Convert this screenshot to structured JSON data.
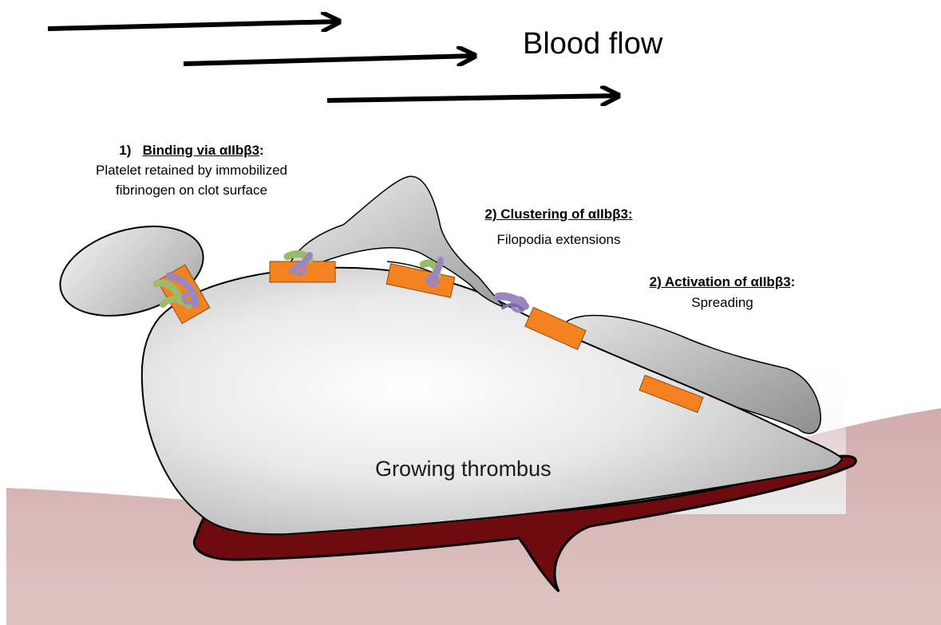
{
  "blood_flow": "Blood flow",
  "step1": {
    "number": "1)",
    "heading": "Binding via αIIbβ3",
    "suffix": ":",
    "line1": "Platelet retained by immobilized",
    "line2": "fibrinogen on clot surface"
  },
  "step2": {
    "heading": "2) Clustering of αIIbβ3:",
    "text": "Filopodia extensions"
  },
  "step3": {
    "heading": "2) Activation of αIIbβ3",
    "suffix": ":",
    "text": "Spreading"
  },
  "thrombus_label": "Growing thrombus",
  "colors": {
    "vessel_wall": "#d6b3b4",
    "clot_base": "#6e0b0e",
    "platelet": "#d9d9d9",
    "receptor_pad": "#f58220",
    "integrin_purple": "#9b86c0",
    "integrin_green": "#9bbb6a"
  }
}
